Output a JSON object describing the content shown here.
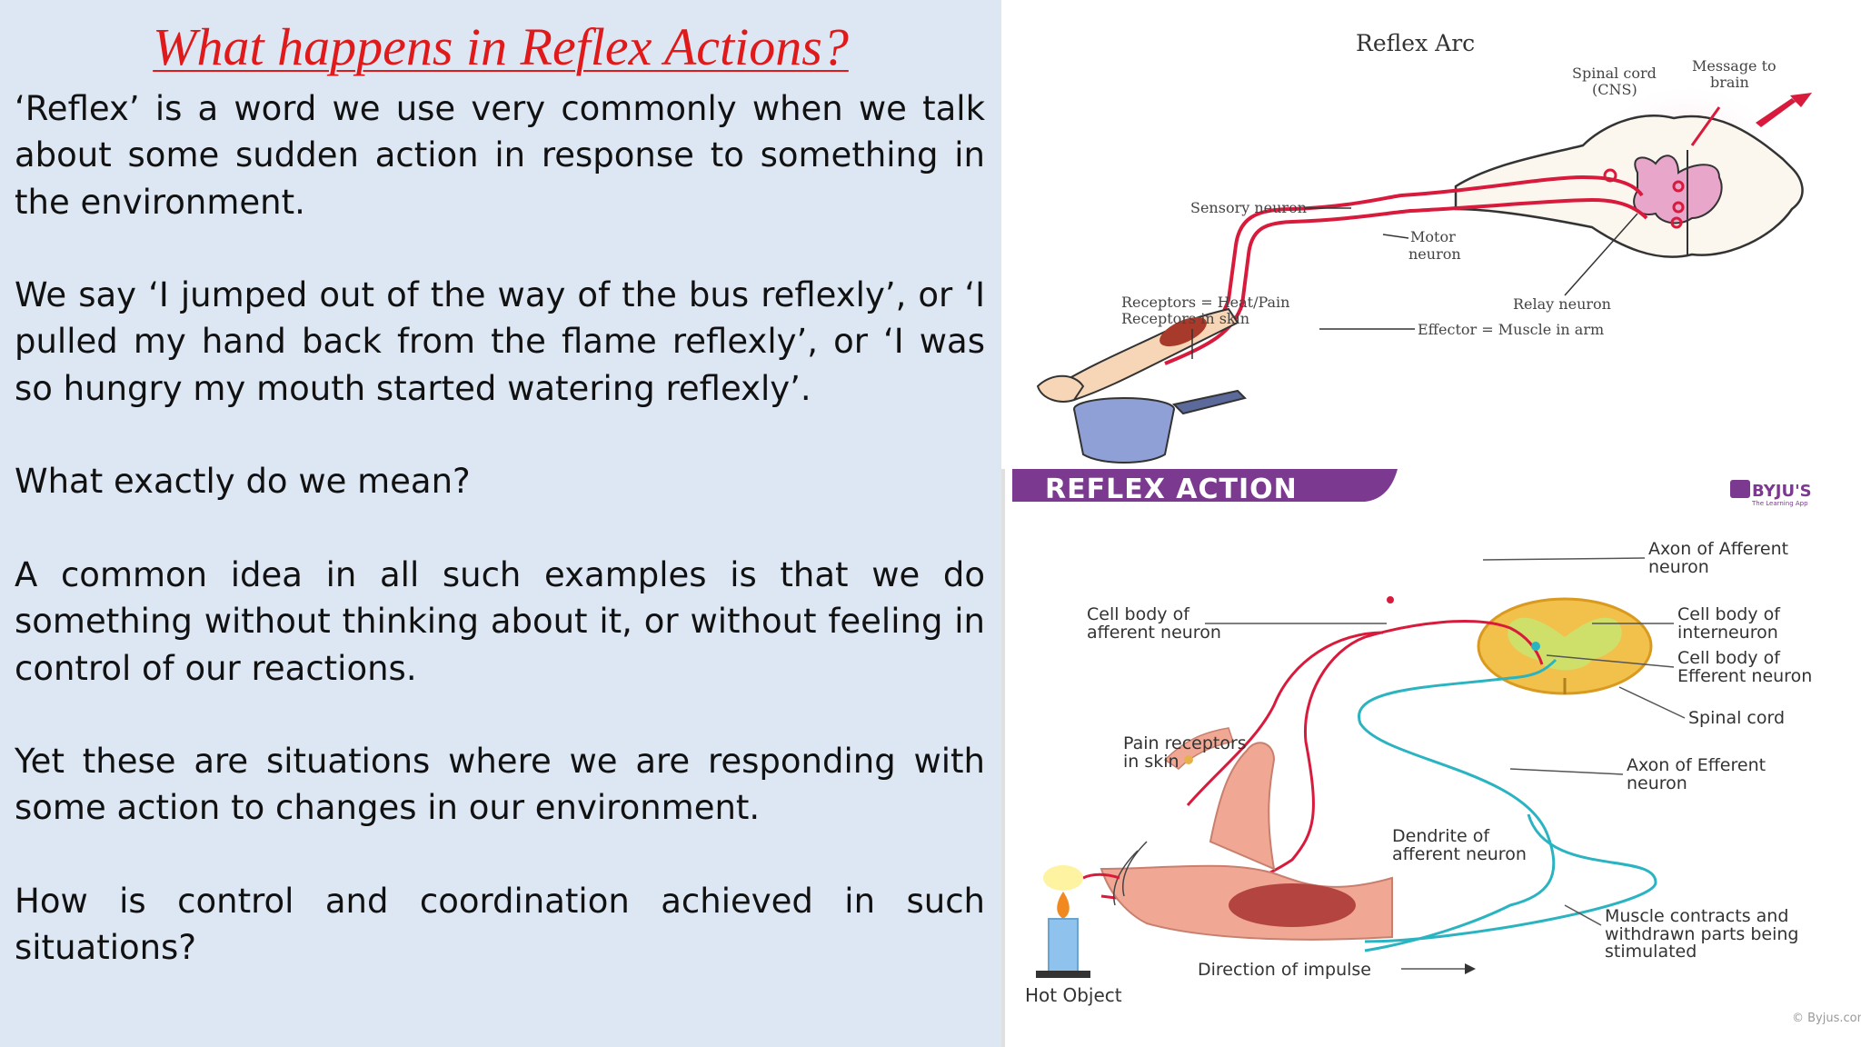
{
  "slide": {
    "title": "What happens in Reflex Actions?",
    "paragraphs": [
      "‘Reflex’ is a word we use very commonly when we talk about some sudden action in response to something in the environment.",
      "We say ‘I jumped out of the way of the bus reflexly’, or ‘I pulled my hand back from the flame reflexly’, or ‘I was so hungry my mouth started watering reflexly’.",
      "What exactly do we mean?",
      "A common idea in all such examples is that we do something without thinking about it, or without feeling in control of our reactions.",
      "Yet these are situations where we are responding with some action to changes in our environment.",
      "How is control and coordination achieved in such situations?"
    ]
  },
  "figure_top": {
    "title": "Reflex Arc",
    "labels": {
      "spinal_cord_1": "Spinal cord",
      "spinal_cord_2": "(CNS)",
      "message_1": "Message to",
      "message_2": "brain",
      "sensory": "Sensory neuron",
      "motor_1": "Motor",
      "motor_2": "neuron",
      "receptors_1": "Receptors = Heat/Pain",
      "receptors_2": "Receptors in skin",
      "relay": "Relay neuron",
      "effector": "Effector = Muscle in arm"
    }
  },
  "figure_bottom": {
    "banner": "REFLEX ACTION",
    "brand": "BYJU'S",
    "brand_sub": "The Learning App",
    "labels": {
      "axon_afferent_1": "Axon of Afferent",
      "axon_afferent_2": "neuron",
      "cell_body_afferent_1": "Cell body of",
      "cell_body_afferent_2": "afferent neuron",
      "cell_body_inter_1": "Cell body of",
      "cell_body_inter_2": "interneuron",
      "cell_body_eff_1": "Cell body of",
      "cell_body_eff_2": "Efferent neuron",
      "spinal_cord": "Spinal cord",
      "pain_1": "Pain receptors",
      "pain_2": "in skin",
      "axon_eff_1": "Axon of Efferent",
      "axon_eff_2": "neuron",
      "dendrite_1": "Dendrite of",
      "dendrite_2": "afferent neuron",
      "muscle_1": "Muscle contracts and",
      "muscle_2": "withdrawn parts being",
      "muscle_3": "stimulated",
      "direction": "Direction of impulse",
      "hot_object": "Hot Object",
      "copyright": "© Byjus.com"
    }
  },
  "colors": {
    "title": "#e0191b",
    "left_bg": "#dce7f3",
    "banner": "#7b3a8f",
    "nerve_red": "#d81b3c",
    "nerve_cyan": "#2ab3c0"
  }
}
